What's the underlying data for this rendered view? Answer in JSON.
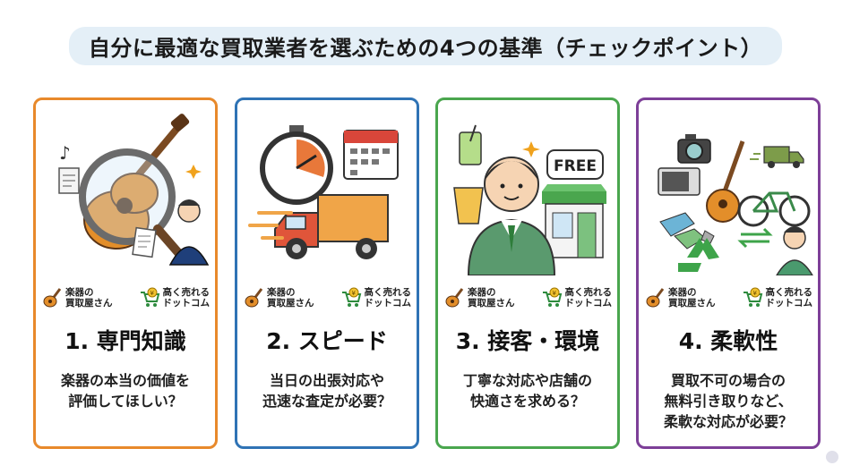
{
  "title": "自分に最適な買取業者を選ぶための4つの基準（チェックポイント）",
  "logos": {
    "shop1": {
      "line1": "楽器の",
      "line2": "買取屋さん"
    },
    "shop2": {
      "line1": "高く売れる",
      "line2": "ドットコム"
    }
  },
  "cards": [
    {
      "title": "1. 専門知識",
      "desc": [
        "楽器の本当の価値を",
        "評価してほしい？"
      ],
      "border_color": "#e8892b",
      "icon": "guitar-magnifier-icon"
    },
    {
      "title": "2. スピード",
      "desc": [
        "当日の出張対応や",
        "迅速な査定が必要？"
      ],
      "border_color": "#2f73b5",
      "icon": "stopwatch-truck-icon"
    },
    {
      "title": "3. 接客・環境",
      "desc": [
        "丁寧な対応や店舗の",
        "快適さを求める？"
      ],
      "border_color": "#4aa64e",
      "icon": "staff-shop-icon"
    },
    {
      "title": "4. 柔軟性",
      "desc": [
        "買取不可の場合の",
        "無料引き取りなど、",
        "柔軟な対応が必要？"
      ],
      "border_color": "#7d3f98",
      "icon": "recycle-items-icon"
    }
  ],
  "illustration_texts": {
    "free_sign": "FREE"
  }
}
